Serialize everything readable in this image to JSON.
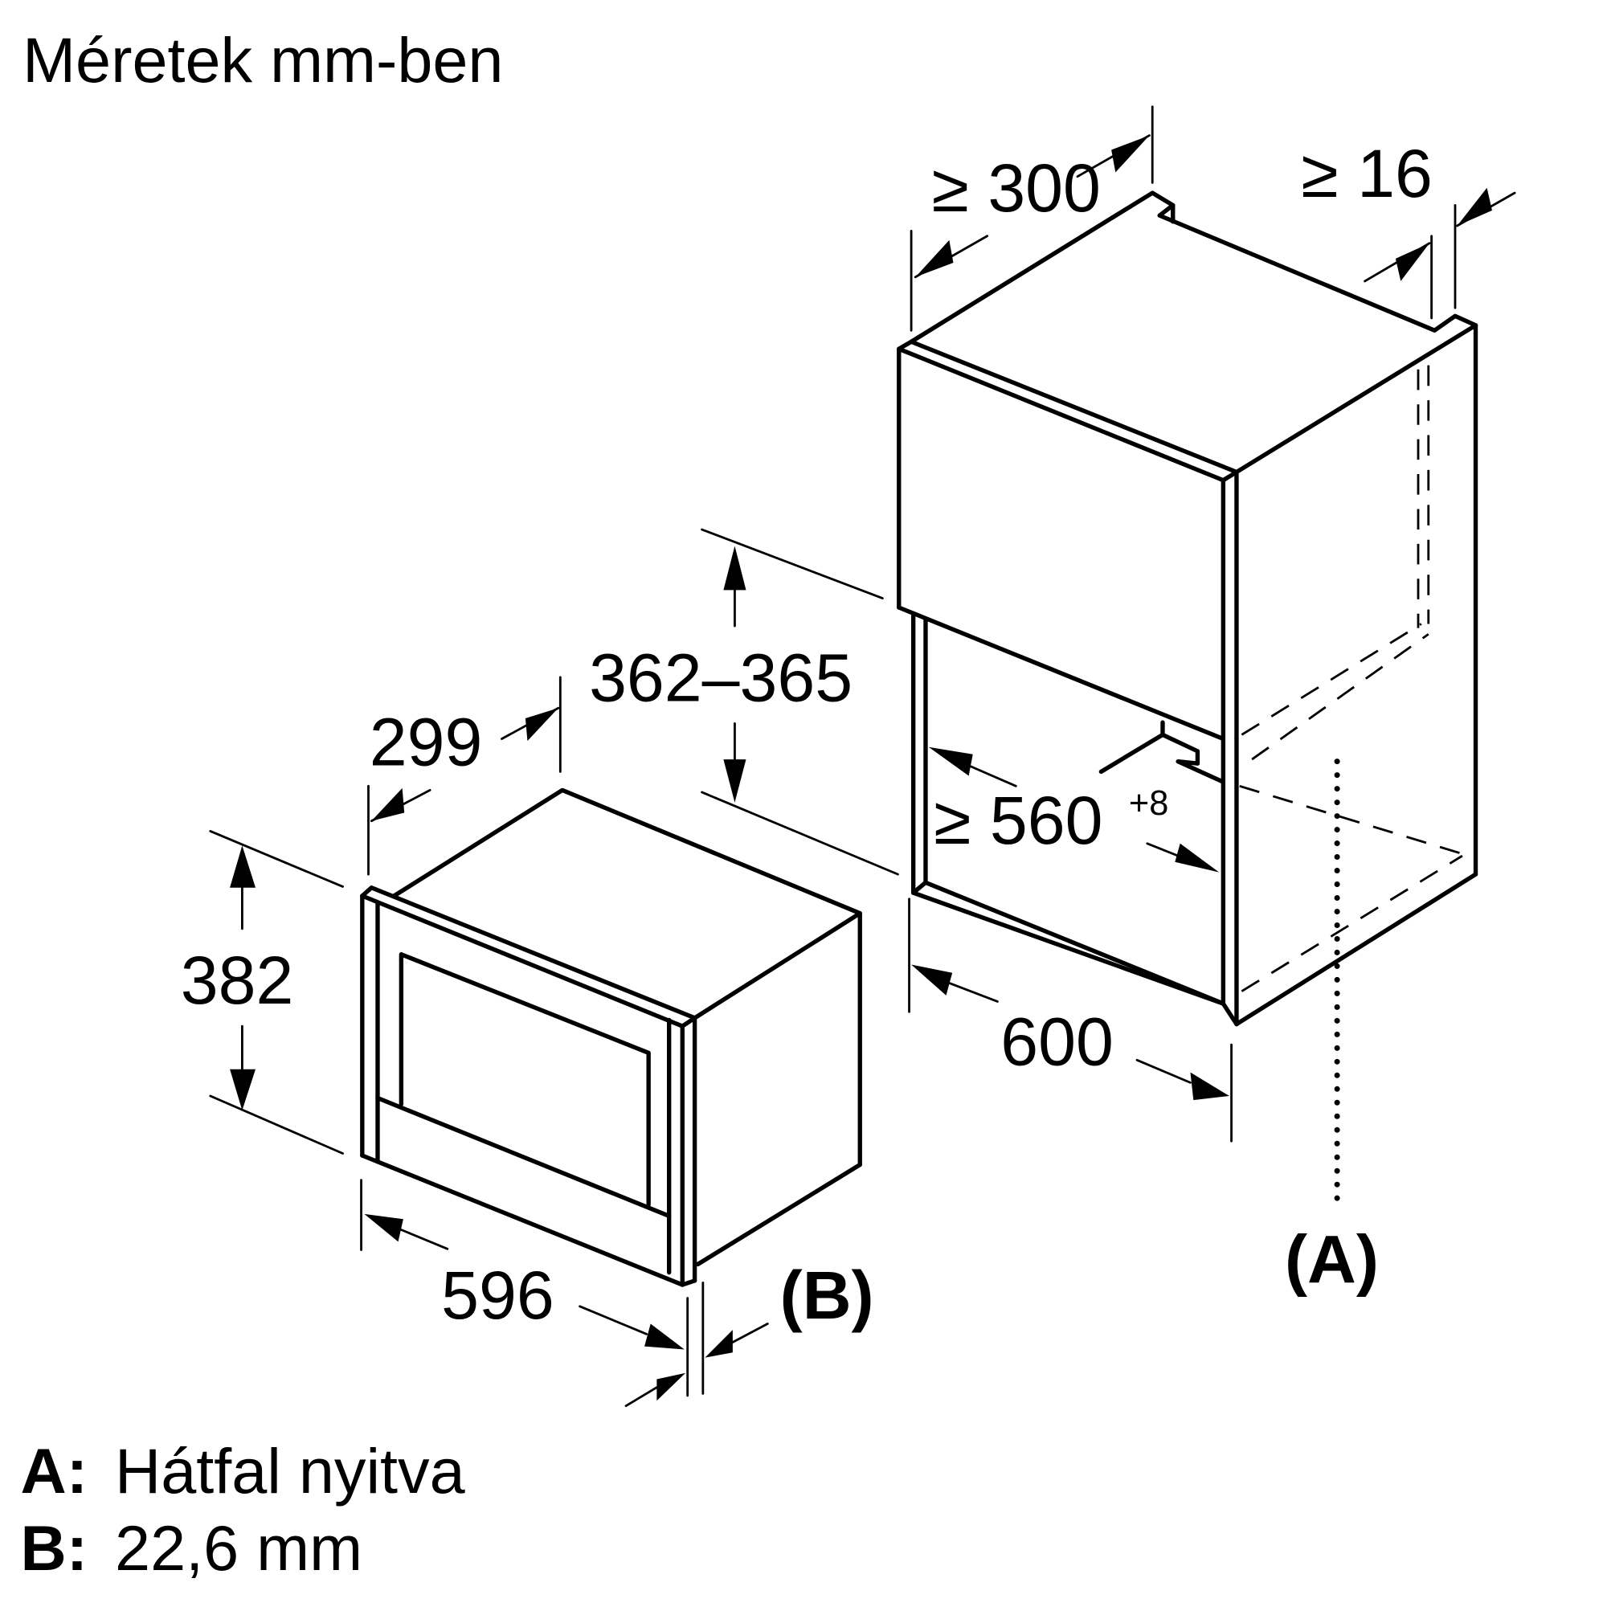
{
  "title": "Méretek mm-ben",
  "unit": "mm",
  "dimensions": {
    "cabinet_depth": "≥ 300",
    "cabinet_gap": "≥ 16",
    "niche_height": "362–365",
    "niche_width_base": "≥ 560",
    "niche_width_tolerance": "+8",
    "cabinet_width": "600",
    "appliance_depth": "299",
    "appliance_height": "382",
    "appliance_width": "596"
  },
  "callouts": {
    "a_marker": "(A)",
    "b_marker": "(B)"
  },
  "legend": [
    {
      "key": "A:",
      "text": "Hátfal nyitva"
    },
    {
      "key": "B:",
      "text": "22,6 mm"
    }
  ],
  "colors": {
    "line": "#000000",
    "background": "#ffffff"
  }
}
